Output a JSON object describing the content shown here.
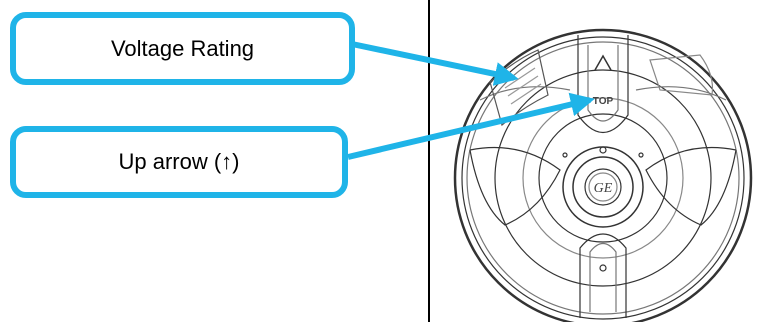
{
  "callouts": {
    "voltage_rating": "Voltage Rating",
    "up_arrow": "Up arrow (↑)"
  },
  "fixture": {
    "top_label": "TOP",
    "logo_text": "GE"
  },
  "colors": {
    "callout_border": "#1fb4e8",
    "line_art": "#333333"
  }
}
